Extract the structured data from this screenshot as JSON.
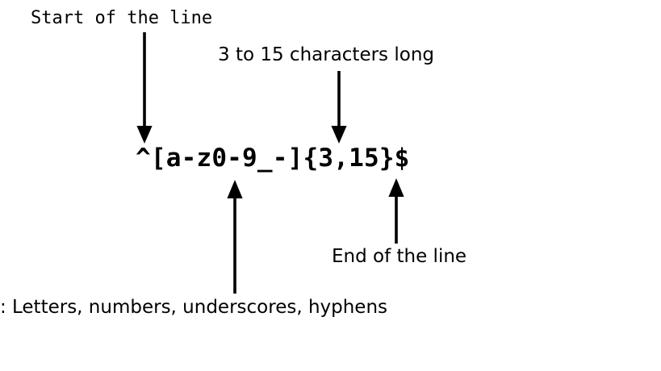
{
  "diagram": {
    "background_color": "#ffffff",
    "ink_color": "#000000",
    "pattern": "^[a-z0-9_-]{3,15}$",
    "annotations": {
      "start_of_line": "Start of the line",
      "length": "3 to 15 characters long",
      "end_of_line": "End of the line",
      "charset": "Letters, numbers, underscores, hyphens",
      "charset_clipped_prefix": ":"
    },
    "arrows": {
      "start_of_line": "down-arrow-icon",
      "length": "down-arrow-icon",
      "charset": "up-arrow-icon",
      "end_of_line": "up-arrow-icon"
    }
  }
}
